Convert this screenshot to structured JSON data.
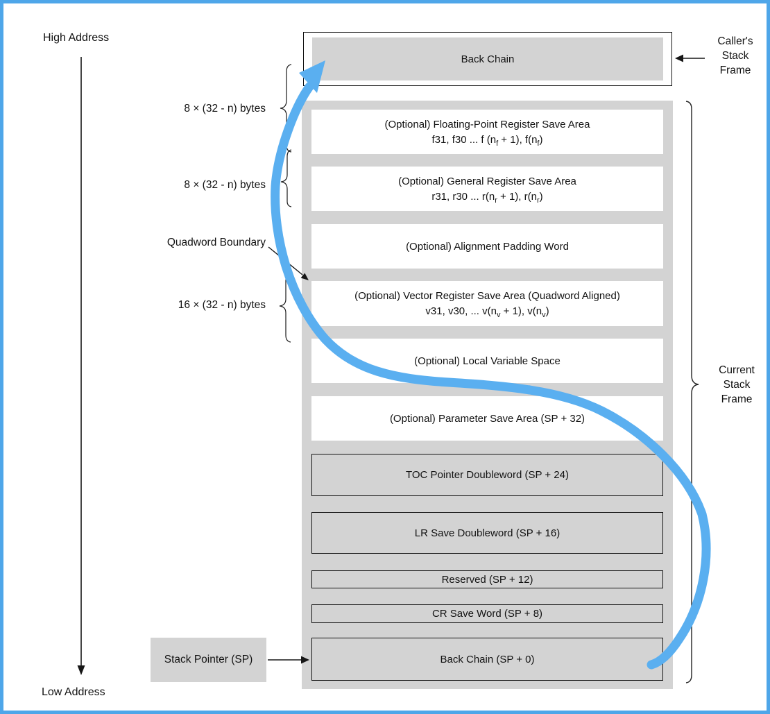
{
  "diagram": {
    "labels": {
      "high_address": "High Address",
      "low_address": "Low Address",
      "fp_size": "8 × (32 - n) bytes",
      "gr_size": "8 × (32 - n) bytes",
      "vr_size": "16 × (32 - n) bytes",
      "quadword_boundary": "Quadword Boundary",
      "stack_pointer": "Stack Pointer (SP)"
    },
    "top_box": {
      "label": "Back Chain"
    },
    "side_labels": {
      "caller": [
        "Caller's",
        "Stack",
        "Frame"
      ],
      "current": [
        "Current",
        "Stack",
        "Frame"
      ]
    },
    "rows": [
      {
        "line1": "(Optional) Floating-Point Register Save Area",
        "line2": [
          {
            "t": "f31, f30 ... f (n"
          },
          {
            "s": "f"
          },
          {
            "t": " + 1), f(n"
          },
          {
            "s": "f"
          },
          {
            "t": ")"
          }
        ]
      },
      {
        "line1": "(Optional) General Register Save Area",
        "line2": [
          {
            "t": "r31, r30 ... r(n"
          },
          {
            "s": "r"
          },
          {
            "t": " + 1), r(n"
          },
          {
            "s": "r"
          },
          {
            "t": ")"
          }
        ]
      },
      {
        "line1": "(Optional) Alignment Padding Word"
      },
      {
        "line1": "(Optional) Vector Register Save Area (Quadword Aligned)",
        "line2": [
          {
            "t": "v31, v30, ... v(n"
          },
          {
            "s": "v"
          },
          {
            "t": " + 1), v(n"
          },
          {
            "s": "v"
          },
          {
            "t": ")"
          }
        ]
      },
      {
        "line1": "(Optional) Local Variable Space"
      },
      {
        "line1": "(Optional) Parameter Save Area (SP + 32)"
      },
      {
        "line1": "TOC Pointer Doubleword (SP + 24)"
      },
      {
        "line1": "LR Save Doubleword (SP + 16)"
      },
      {
        "line1": "Reserved (SP + 12)"
      },
      {
        "line1": "CR Save Word (SP + 8)"
      },
      {
        "line1": "Back Chain (SP + 0)"
      }
    ],
    "colors": {
      "accent_blue": "#5AAFF0",
      "border_blue": "#4EA6E9",
      "box_gray": "#D3D3D3"
    }
  }
}
